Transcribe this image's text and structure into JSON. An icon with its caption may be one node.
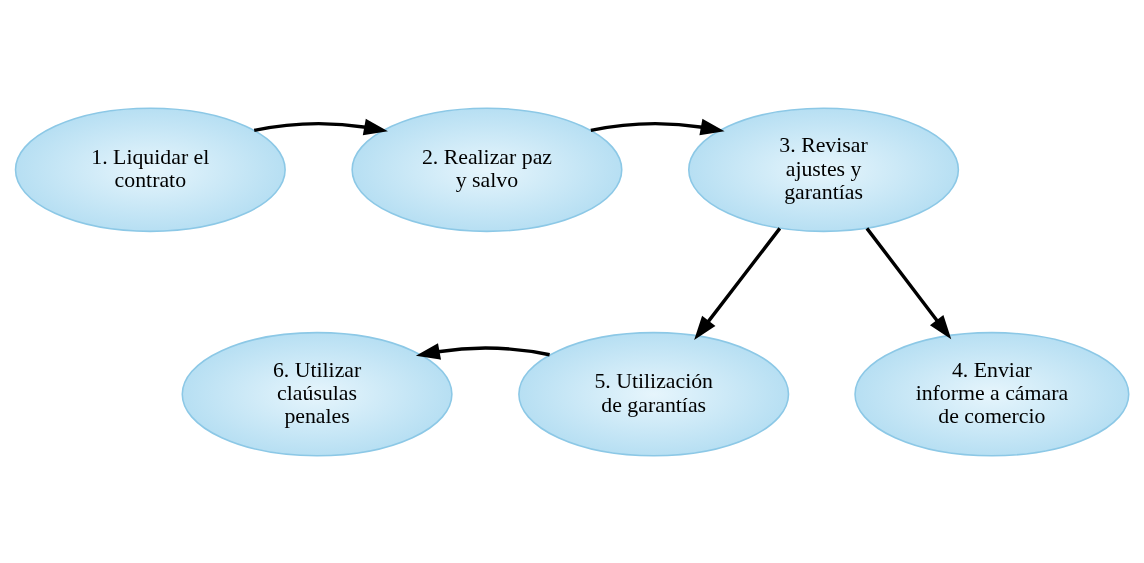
{
  "diagram": {
    "nodes": [
      {
        "text": [
          "1. Liquidar el contrato"
        ]
      },
      {
        "text": [
          "2. Realizar paz y salvo"
        ]
      },
      {
        "text": [
          "3. Revisar ajustes y garantías"
        ]
      },
      {
        "text": [
          "4. Enviar informe a cámara de comercio"
        ]
      },
      {
        "text": [
          "5. Utilización de garantías"
        ]
      },
      {
        "text": [
          "6. Utilizar claúsulas penales"
        ]
      }
    ],
    "edges": [
      {
        "from": 0,
        "to": 1,
        "arrow": "to"
      },
      {
        "from": 1,
        "to": 2,
        "arrow": "to"
      },
      {
        "from": 2,
        "to": 3,
        "arrow": "to"
      },
      {
        "from": 2,
        "to": 4,
        "arrow": "to"
      },
      {
        "from": 4,
        "to": 5,
        "arrow": "to"
      }
    ]
  }
}
